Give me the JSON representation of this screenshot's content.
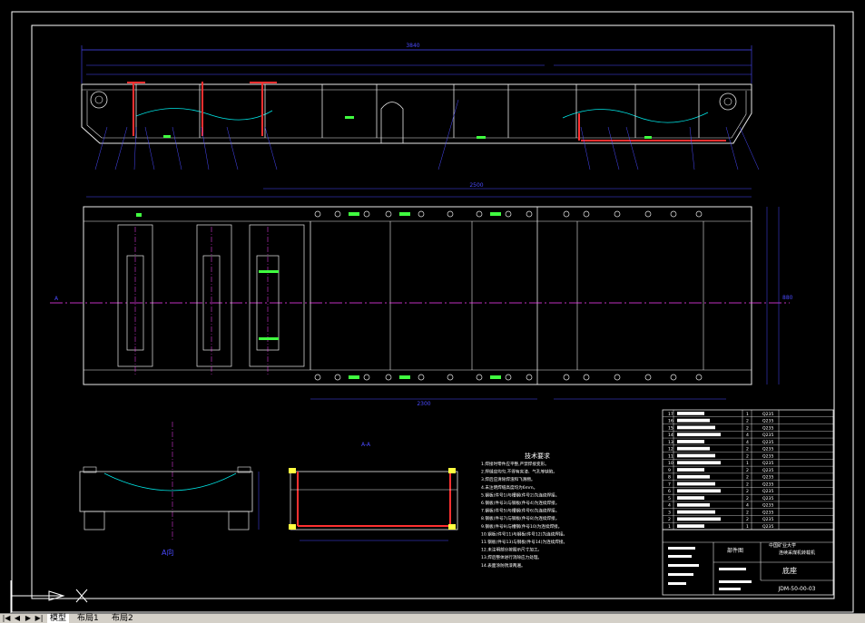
{
  "drawing": {
    "section_label": "A-A",
    "view_label": "A向",
    "arrow_label": "A",
    "overall_top_dim": "3840",
    "mid_dim": "2500",
    "right_height_dim": "880",
    "bottom_dim": "2300"
  },
  "notes": {
    "title": "技术要求",
    "lines": [
      "1.焊接时零件应平整,严禁焊接变形。",
      "2.焊缝应均匀,不得有夹渣、气孔等缺陷。",
      "3.焊后应清除焊渣和飞溅物。",
      "4.未注明焊缝高度均为6mm。",
      "5.钢板(件号1)与槽钢(件号2)为连续焊接。",
      "6.钢板(件号3)与钢板(件号4)为连续焊接。",
      "7.钢板(件号5)与槽钢(件号6)为连续焊接。",
      "8.钢板(件号7)与钢板(件号8)为连续焊接。",
      "9.钢板(件号9)与槽钢(件号10)为连续焊接。",
      "10.钢板(件号11)与钢板(件号12)为连续焊接。",
      "11.钢板(件号13)与钢板(件号14)为连续焊接。",
      "12.未注明部分按图示尺寸加工。",
      "13.焊后整体进行消除应力处理。",
      "14.表面涂防锈漆两遍。"
    ]
  },
  "title_block": {
    "school": "中国矿业大学",
    "project": "连续采煤机转载机",
    "drawing_type": "部件图",
    "part_name": "底座",
    "drawing_number": "JDM-50-00-03"
  },
  "bom_rows": [
    {
      "no": "17",
      "qty": "1",
      "mat": "Q235"
    },
    {
      "no": "16",
      "qty": "2",
      "mat": "Q235"
    },
    {
      "no": "15",
      "qty": "2",
      "mat": "Q235"
    },
    {
      "no": "14",
      "qty": "4",
      "mat": "Q235"
    },
    {
      "no": "13",
      "qty": "4",
      "mat": "Q235"
    },
    {
      "no": "12",
      "qty": "2",
      "mat": "Q235"
    },
    {
      "no": "11",
      "qty": "2",
      "mat": "Q235"
    },
    {
      "no": "10",
      "qty": "1",
      "mat": "Q235"
    },
    {
      "no": "9",
      "qty": "2",
      "mat": "Q235"
    },
    {
      "no": "8",
      "qty": "2",
      "mat": "Q235"
    },
    {
      "no": "7",
      "qty": "2",
      "mat": "Q235"
    },
    {
      "no": "6",
      "qty": "2",
      "mat": "Q235"
    },
    {
      "no": "5",
      "qty": "2",
      "mat": "Q235"
    },
    {
      "no": "4",
      "qty": "4",
      "mat": "Q235"
    },
    {
      "no": "3",
      "qty": "2",
      "mat": "Q235"
    },
    {
      "no": "2",
      "qty": "2",
      "mat": "Q235"
    },
    {
      "no": "1",
      "qty": "1",
      "mat": "Q235"
    }
  ],
  "tabs": [
    "模型",
    "布局1",
    "布局2"
  ],
  "colors": {
    "background": "#000000",
    "frame": "#ffffff",
    "outline": "#e8e8e8",
    "dimension": "#4a4aff",
    "centerline": "#ff40ff",
    "weld": "#ff3030",
    "cyan": "#00e5e5",
    "green": "#40ff40",
    "yellow": "#ffff40"
  }
}
